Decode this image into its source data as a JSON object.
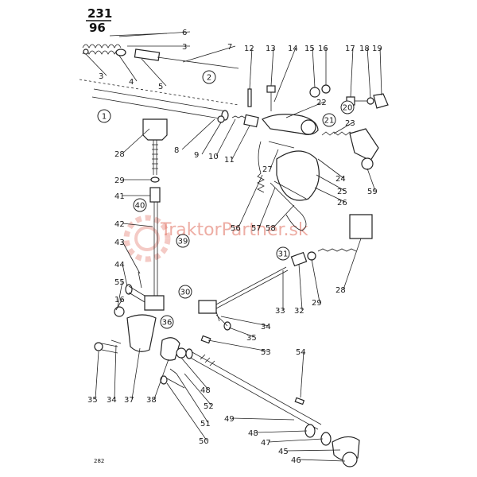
{
  "header": {
    "numerator": "231",
    "denominator": "96"
  },
  "watermark": "TraktorPartner.sk",
  "page_number": "282",
  "group_labels": [
    {
      "id": "g1",
      "text": "1"
    },
    {
      "id": "g2",
      "text": "2"
    },
    {
      "id": "g20",
      "text": "20"
    },
    {
      "id": "g21",
      "text": "21"
    },
    {
      "id": "g31",
      "text": "31"
    },
    {
      "id": "g30",
      "text": "30"
    },
    {
      "id": "g36",
      "text": "36"
    },
    {
      "id": "g39",
      "text": "39"
    },
    {
      "id": "g40",
      "text": "40"
    }
  ],
  "callouts": [
    {
      "id": "c6",
      "text": "6"
    },
    {
      "id": "c3a",
      "text": "3"
    },
    {
      "id": "c7",
      "text": "7"
    },
    {
      "id": "c3b",
      "text": "3"
    },
    {
      "id": "c4",
      "text": "4"
    },
    {
      "id": "c5",
      "text": "5"
    },
    {
      "id": "c12",
      "text": "12"
    },
    {
      "id": "c13",
      "text": "13"
    },
    {
      "id": "c14",
      "text": "14"
    },
    {
      "id": "c15",
      "text": "15"
    },
    {
      "id": "c16a",
      "text": "16"
    },
    {
      "id": "c17",
      "text": "17"
    },
    {
      "id": "c18",
      "text": "18"
    },
    {
      "id": "c19",
      "text": "19"
    },
    {
      "id": "c22",
      "text": "22"
    },
    {
      "id": "c23",
      "text": "23"
    },
    {
      "id": "c8",
      "text": "8"
    },
    {
      "id": "c9",
      "text": "9"
    },
    {
      "id": "c10",
      "text": "10"
    },
    {
      "id": "c11",
      "text": "11"
    },
    {
      "id": "c27",
      "text": "27"
    },
    {
      "id": "c24",
      "text": "24"
    },
    {
      "id": "c25",
      "text": "25"
    },
    {
      "id": "c59",
      "text": "59"
    },
    {
      "id": "c26",
      "text": "26"
    },
    {
      "id": "c28a",
      "text": "28"
    },
    {
      "id": "c29a",
      "text": "29"
    },
    {
      "id": "c41",
      "text": "41"
    },
    {
      "id": "c42",
      "text": "42"
    },
    {
      "id": "c56",
      "text": "56"
    },
    {
      "id": "c57",
      "text": "57"
    },
    {
      "id": "c58",
      "text": "58"
    },
    {
      "id": "c43",
      "text": "43"
    },
    {
      "id": "c44",
      "text": "44"
    },
    {
      "id": "c55",
      "text": "55"
    },
    {
      "id": "c16b",
      "text": "16"
    },
    {
      "id": "c28b",
      "text": "28"
    },
    {
      "id": "c33",
      "text": "33"
    },
    {
      "id": "c32",
      "text": "32"
    },
    {
      "id": "c29b",
      "text": "29"
    },
    {
      "id": "c34a",
      "text": "34"
    },
    {
      "id": "c35a",
      "text": "35"
    },
    {
      "id": "c53",
      "text": "53"
    },
    {
      "id": "c54",
      "text": "54"
    },
    {
      "id": "c35b",
      "text": "35"
    },
    {
      "id": "c34b",
      "text": "34"
    },
    {
      "id": "c37",
      "text": "37"
    },
    {
      "id": "c38",
      "text": "38"
    },
    {
      "id": "c48a",
      "text": "48"
    },
    {
      "id": "c52",
      "text": "52"
    },
    {
      "id": "c51",
      "text": "51"
    },
    {
      "id": "c50",
      "text": "50"
    },
    {
      "id": "c49",
      "text": "49"
    },
    {
      "id": "c48b",
      "text": "48"
    },
    {
      "id": "c47",
      "text": "47"
    },
    {
      "id": "c45",
      "text": "45"
    },
    {
      "id": "c46",
      "text": "46"
    }
  ]
}
